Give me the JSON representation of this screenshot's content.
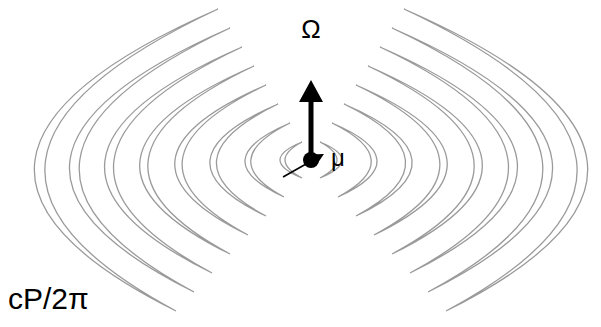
{
  "diagram": {
    "labels": [
      "Ω",
      "μ",
      "cP/2π"
    ]
  }
}
